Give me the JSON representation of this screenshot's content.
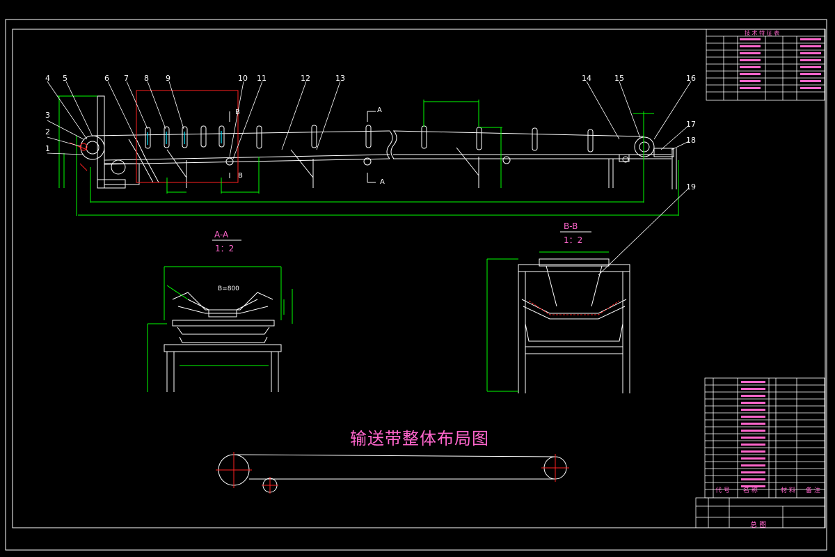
{
  "drawing_title": "输送带整体布局图",
  "part_numbers": [
    "1",
    "2",
    "3",
    "4",
    "5",
    "6",
    "7",
    "8",
    "9",
    "10",
    "11",
    "12",
    "13",
    "14",
    "15",
    "16",
    "17",
    "18",
    "19"
  ],
  "section_markers": {
    "a_top": "A",
    "a_bottom": "A",
    "b_top": "B",
    "b_bottom": "B"
  },
  "section_a": {
    "name": "A-A",
    "scale": "1：2",
    "belt_label": "B=800"
  },
  "section_b": {
    "name": "B-B",
    "scale": "1：2"
  },
  "tech_table": {
    "title": "技 术 特 征 表"
  },
  "parts_list_header": {
    "code": "代 号",
    "name": "名 称",
    "material": "材 料",
    "remark": "备 注"
  },
  "title_block": {
    "drawing_name": "总 图"
  },
  "colors": {
    "frame": "#ffffff",
    "dimension": "#00ff00",
    "leader": "#ffffff",
    "title": "#ff66cc",
    "red": "#ff2020",
    "cyan": "#00e5ff",
    "yellow": "#ffff00"
  }
}
